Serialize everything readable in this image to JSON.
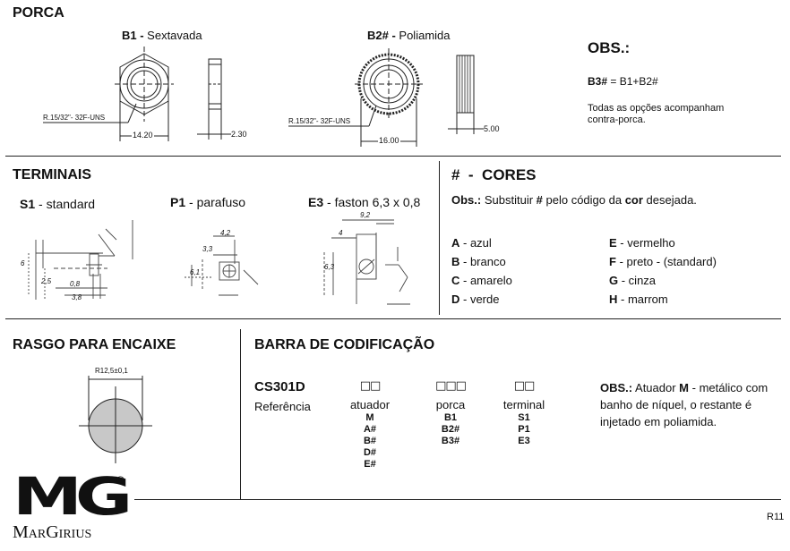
{
  "porca": {
    "title": "PORCA",
    "b1": {
      "code": "B1 -",
      "name": " Sextavada",
      "thread": "R.15/32\"- 32F-UNS",
      "dim_width": "14.20",
      "dim_side": "2.30"
    },
    "b2": {
      "code": "B2# -",
      "name": " Poliamida",
      "thread": "R.15/32\"- 32F-UNS",
      "dim_width": "16.00",
      "dim_side": "5.00"
    }
  },
  "obs_top": {
    "title": "OBS.:",
    "b3_code": "B3#",
    "b3_eq": " = B1+B2#",
    "note_line1": "Todas as opções acompanham",
    "note_line2": "contra-porca."
  },
  "terminais": {
    "title": "TERMINAIS",
    "s1": {
      "code": "S1",
      "name": " - standard",
      "dims": [
        "6",
        "2,5",
        "0,8",
        "3,8"
      ]
    },
    "p1": {
      "code": "P1",
      "name": " - parafuso",
      "dims": [
        "4,2",
        "3,3",
        "6,1"
      ]
    },
    "e3": {
      "code": "E3",
      "name": " - faston 6,3 x 0,8",
      "dims": [
        "9,2",
        "4",
        "6,3"
      ]
    }
  },
  "cores": {
    "hash": "#",
    "dash": "-",
    "title": "CORES",
    "obs_label": "Obs.:",
    "obs_t1": " Substituir ",
    "obs_hash": "#",
    "obs_t2": " pelo código da ",
    "obs_cor": "cor",
    "obs_t3": " desejada.",
    "left": [
      {
        "code": "A",
        "name": " - azul"
      },
      {
        "code": "B",
        "name": " - branco"
      },
      {
        "code": "C",
        "name": " - amarelo"
      },
      {
        "code": "D",
        "name": " - verde"
      }
    ],
    "right": [
      {
        "code": "E",
        "name": " - vermelho"
      },
      {
        "code": "F",
        "name": " - preto - (standard)"
      },
      {
        "code": "G",
        "name": " - cinza"
      },
      {
        "code": "H",
        "name": " - marrom"
      }
    ]
  },
  "rasgo": {
    "title": "RASGO PARA ENCAIXE",
    "dim": "R12,5±0,1"
  },
  "barra": {
    "title": "BARRA DE CODIFICAÇÃO",
    "code": "CS301D",
    "ref_label": "Referência",
    "atuador": {
      "boxes": "□□",
      "label": "atuador",
      "items": [
        "M",
        "A#",
        "B#",
        "D#",
        "E#"
      ]
    },
    "porca": {
      "boxes": "□□□",
      "label": "porca",
      "items": [
        "B1",
        "B2#",
        "B3#"
      ]
    },
    "terminal": {
      "boxes": "□□",
      "label": "terminal",
      "items": [
        "S1",
        "P1",
        "E3"
      ]
    },
    "obs_label": "OBS.:",
    "obs_t1": " Atuador ",
    "obs_m": "M",
    "obs_t2": " - metálico com",
    "obs_line2": "banho de níquel, o restante é",
    "obs_line3": "injetado em poliamida."
  },
  "brand": {
    "logo_letters": "MG",
    "registered": "®",
    "name": "MarGirius",
    "page_code": "R11"
  }
}
